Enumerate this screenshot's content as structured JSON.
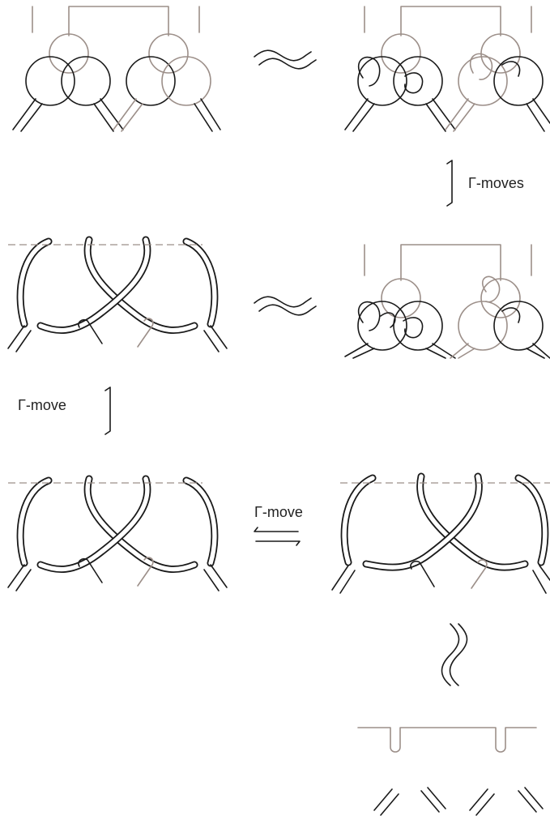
{
  "labels": {
    "gamma_moves": "Γ-moves",
    "gamma_move_left": "Γ-move",
    "gamma_move_middle": "Γ-move"
  },
  "colors": {
    "ink": "#1a1a1a",
    "gray_component": "#9c8f89",
    "background": "#ffffff"
  }
}
